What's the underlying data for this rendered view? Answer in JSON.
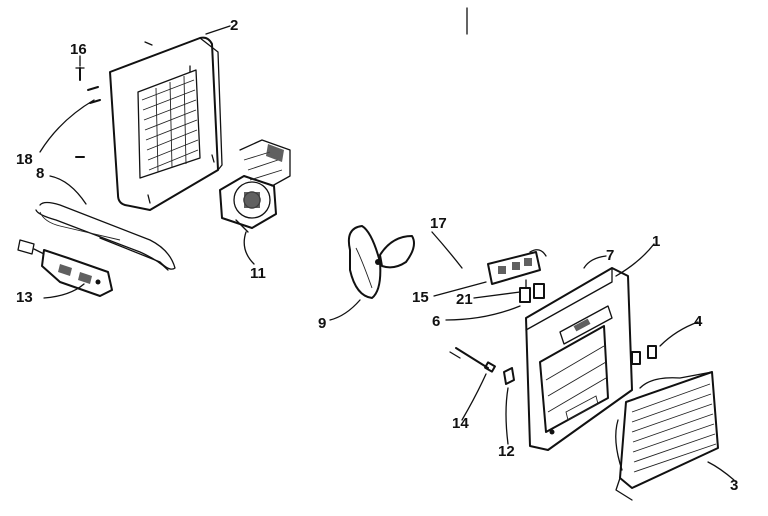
{
  "diagram": {
    "callouts": [
      {
        "id": "2",
        "label": "2"
      },
      {
        "id": "16",
        "label": "16"
      },
      {
        "id": "18",
        "label": "18"
      },
      {
        "id": "8",
        "label": "8"
      },
      {
        "id": "13",
        "label": "13"
      },
      {
        "id": "11",
        "label": "11"
      },
      {
        "id": "9",
        "label": "9"
      },
      {
        "id": "17",
        "label": "17"
      },
      {
        "id": "15",
        "label": "15"
      },
      {
        "id": "21",
        "label": "21"
      },
      {
        "id": "6",
        "label": "6"
      },
      {
        "id": "7",
        "label": "7"
      },
      {
        "id": "1",
        "label": "1"
      },
      {
        "id": "4",
        "label": "4"
      },
      {
        "id": "14",
        "label": "14"
      },
      {
        "id": "12",
        "label": "12"
      },
      {
        "id": "3",
        "label": "3"
      }
    ]
  },
  "colors": {
    "ink": "#111111",
    "background": "#ffffff"
  }
}
